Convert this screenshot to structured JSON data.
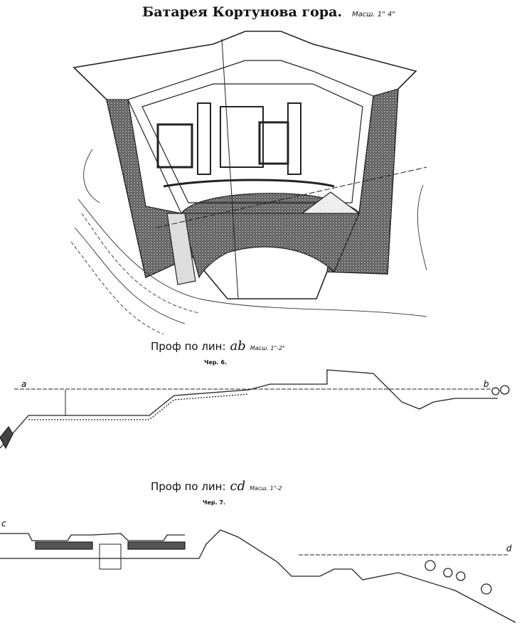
{
  "title": {
    "text": "Батарея Кортунова гора.",
    "scale": "Масш. 1\" 4\""
  },
  "profile_ab": {
    "label": "Проф по лин:",
    "letters": "ab",
    "scale": "Масш. 1\"-2\"",
    "figure": "Чер. 6."
  },
  "profile_cd": {
    "label": "Проф по лин:",
    "letters": "cd",
    "scale": "Масш. 1\"-2",
    "figure": "Чер. 7."
  },
  "line_markers": {
    "a": "a",
    "b": "b",
    "c": "c",
    "d": "d"
  }
}
